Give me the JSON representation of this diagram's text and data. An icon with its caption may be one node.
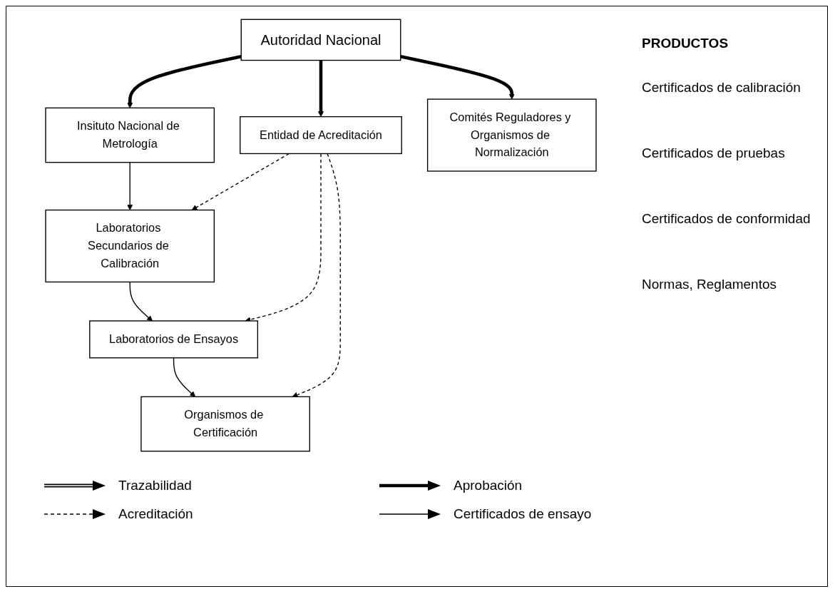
{
  "diagram": {
    "nodes": [
      {
        "text": [
          "Autoridad Nacional"
        ]
      },
      {
        "text": [
          "Insituto Nacional de Metrología"
        ]
      },
      {
        "text": [
          "Laboratorios Secundarios de Calibración"
        ]
      },
      {
        "text": [
          "Laboratorios de Ensayos"
        ]
      },
      {
        "text": [
          "Entidad de Acreditación"
        ]
      },
      {
        "text": [
          "Organismos de Certificación"
        ]
      },
      {
        "text": [
          "Comités Reguladores y Organismos de Normalización"
        ]
      }
    ],
    "edges": [
      {
        "from": 0,
        "to": 1,
        "arrow": "to",
        "style": "thick"
      },
      {
        "from": 0,
        "to": 4,
        "arrow": "to",
        "style": "thick"
      },
      {
        "from": 0,
        "to": 6,
        "arrow": "to",
        "style": "thick"
      },
      {
        "from": 1,
        "to": 2,
        "arrow": "to"
      },
      {
        "from": 2,
        "to": 3,
        "arrow": "to"
      },
      {
        "from": 3,
        "to": 5,
        "arrow": "to"
      },
      {
        "from": 4,
        "to": 2,
        "arrow": "to",
        "style": "dashed"
      },
      {
        "from": 4,
        "to": 3,
        "arrow": "to",
        "style": "dashed"
      },
      {
        "from": 4,
        "to": 5,
        "arrow": "to",
        "style": "dashed"
      }
    ],
    "labels": [
      "PRODUCTOS",
      "Certificados de calibración",
      "Certificados de pruebas",
      "Certificados de conformidad",
      "Normas, Reglamentos"
    ],
    "legend": [
      {
        "text": "Trazabilidad"
      },
      {
        "text": "Aprobación"
      },
      {
        "text": "Acreditación"
      },
      {
        "text": "Certificados de ensayo"
      }
    ]
  }
}
